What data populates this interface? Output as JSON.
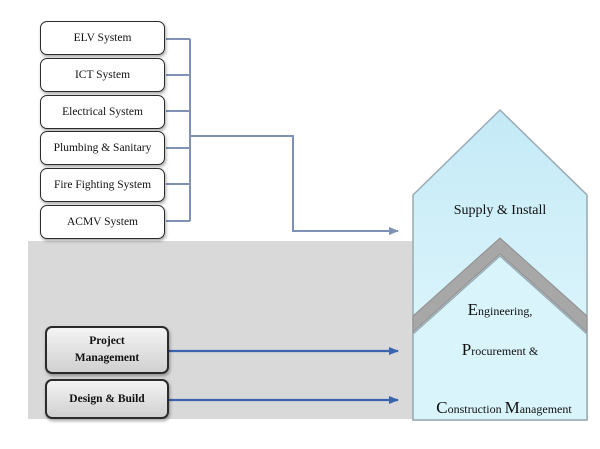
{
  "systems": [
    {
      "label": "ELV System"
    },
    {
      "label": "ICT System"
    },
    {
      "label": "Electrical System"
    },
    {
      "label": "Plumbing & Sanitary"
    },
    {
      "label": "Fire Fighting System"
    },
    {
      "label": "ACMV System"
    }
  ],
  "project_management": {
    "line1": "Project",
    "line2": "Management"
  },
  "design_build": {
    "label": "Design & Build"
  },
  "supply_install": {
    "label": "Supply & Install"
  },
  "epcm": {
    "e_cap": "E",
    "e_rest": "ngineering,",
    "p_cap": "P",
    "p_rest": "rocurement &",
    "c_cap": "C",
    "c_rest": "onstruction ",
    "m_cap": "M",
    "m_rest": "anagement"
  },
  "colors": {
    "panel": "#d9d9d9",
    "connector": "#7f91b4",
    "arrow": "#3a64ad",
    "house_fill": "#d9f4fb",
    "house_border": "#9aaab4"
  }
}
